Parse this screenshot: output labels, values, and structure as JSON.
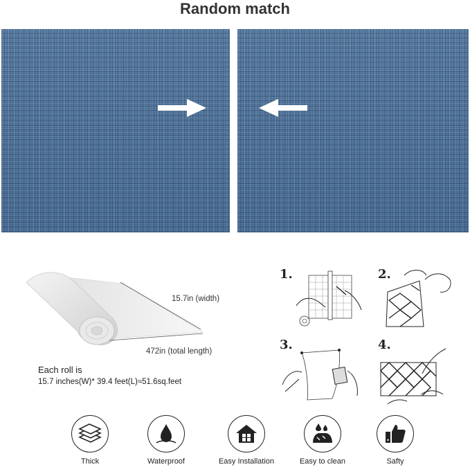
{
  "title": "Random match",
  "roll": {
    "width_label": "15.7in (width)",
    "length_label": "472in  (total length)",
    "info_line1": "Each roll is",
    "info_line2": "15.7 inches(W)*  39.4 feet(L)≈51.6sq.feet"
  },
  "steps": [
    {
      "num": "1.",
      "icon": "measure-cut-illustration"
    },
    {
      "num": "2.",
      "icon": "peel-backing-illustration"
    },
    {
      "num": "3.",
      "icon": "apply-smooth-illustration"
    },
    {
      "num": "4.",
      "icon": "finished-wall-illustration"
    }
  ],
  "features": [
    {
      "label": "Thick",
      "icon": "layers-icon"
    },
    {
      "label": "Waterproof",
      "icon": "water-drop-icon"
    },
    {
      "label": "Easy Installation",
      "icon": "house-icon"
    },
    {
      "label": "Easy to clean",
      "icon": "wash-hands-icon"
    },
    {
      "label": "Safty",
      "icon": "thumbs-up-icon"
    }
  ],
  "colors": {
    "fabric": "#4b6f96",
    "arrow": "#ffffff",
    "ink": "#222222"
  }
}
